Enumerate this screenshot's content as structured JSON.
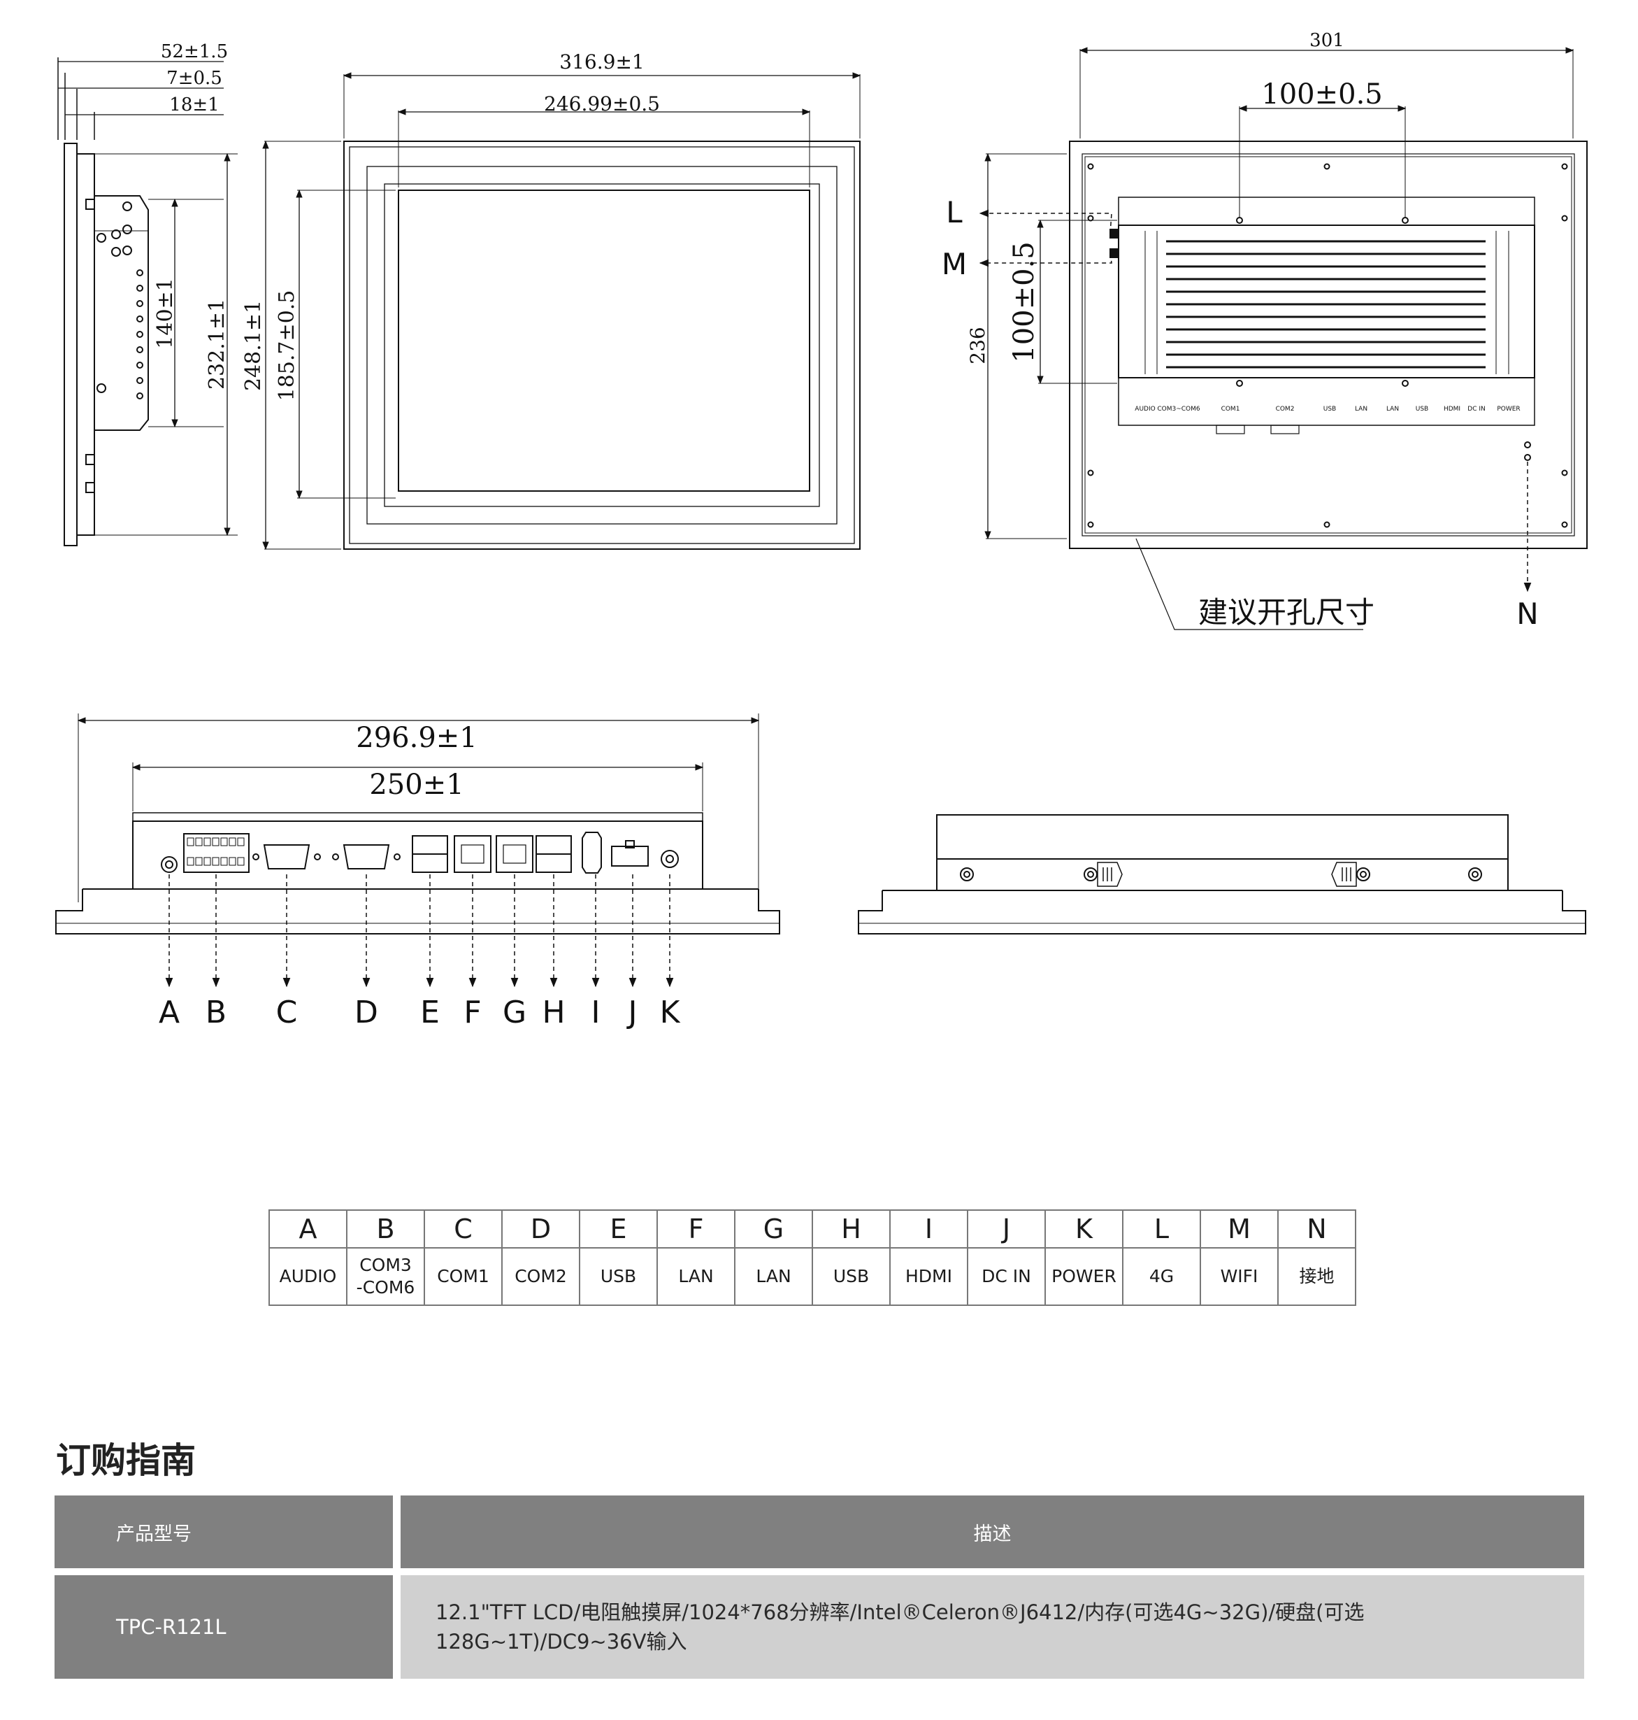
{
  "drawing": {
    "side_view": {
      "dim_depth": "52±1.5",
      "dim_bezel": "7±0.5",
      "dim_step": "18±1",
      "dim_mount": "140±1",
      "dim_body_h": "232.1±1"
    },
    "front_view": {
      "dim_width": "316.9±1",
      "dim_view_w": "246.99±0.5",
      "dim_height": "248.1±1",
      "dim_view_h": "185.7±0.5"
    },
    "rear_view": {
      "dim_width": "301",
      "dim_vesa_h": "100±0.5",
      "dim_vesa_v": "100±0.5",
      "dim_height": "236",
      "cutout_note": "建议开孔尺寸",
      "callouts": {
        "l": "L",
        "m": "M",
        "n": "N"
      },
      "rear_port_labels": [
        "AUDIO",
        "COM3~COM6",
        "COM1",
        "COM2",
        "USB",
        "LAN",
        "LAN",
        "USB",
        "HDMI",
        "DC IN",
        "POWER"
      ]
    },
    "bottom_view": {
      "dim_total": "296.9±1",
      "dim_ports": "250±1",
      "callouts": [
        "A",
        "B",
        "C",
        "D",
        "E",
        "F",
        "G",
        "H",
        "I",
        "J",
        "K"
      ]
    }
  },
  "port_table": {
    "letters": [
      "A",
      "B",
      "C",
      "D",
      "E",
      "F",
      "G",
      "H",
      "I",
      "J",
      "K",
      "L",
      "M",
      "N"
    ],
    "names": [
      "AUDIO",
      "COM3\n-COM6",
      "COM1",
      "COM2",
      "USB",
      "LAN",
      "LAN",
      "USB",
      "HDMI",
      "DC IN",
      "POWER",
      "4G",
      "WIFI",
      "接地"
    ]
  },
  "order_guide": {
    "title": "订购指南",
    "header_model": "产品型号",
    "header_desc": "描述",
    "model": "TPC-R121L",
    "description": "12.1\"TFT LCD/电阻触摸屏/1024*768分辨率/Intel®Celeron®J6412/内存(可选4G~32G)/硬盘(可选128G~1T)/DC9~36V输入"
  }
}
